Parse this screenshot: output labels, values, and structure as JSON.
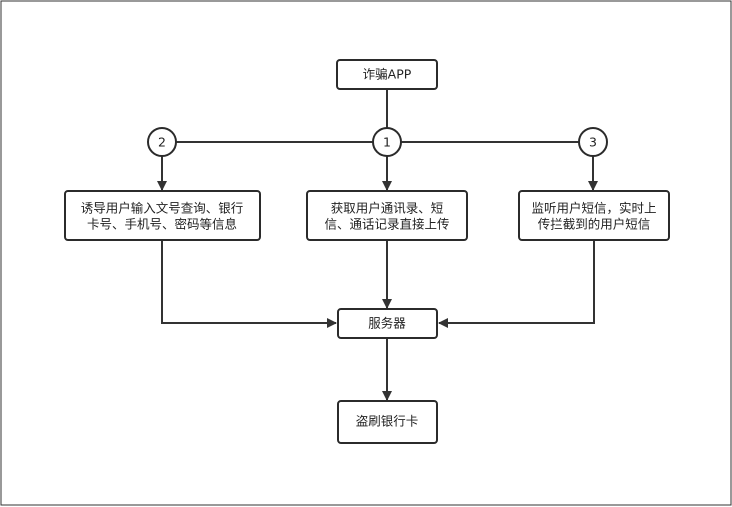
{
  "nodes": {
    "app": "诈骗APP",
    "c1": "1",
    "c2": "2",
    "c3": "3",
    "left_line1": "诱导用户输入文号查询、银行",
    "left_line2": "卡号、手机号、密码等信息",
    "mid_line1": "获取用户通讯录、短",
    "mid_line2": "信、通话记录直接上传",
    "right_line1": "监听用户短信，实时上",
    "right_line2": "传拦截到的用户短信",
    "server": "服务器",
    "theft": "盗刷银行卡"
  }
}
